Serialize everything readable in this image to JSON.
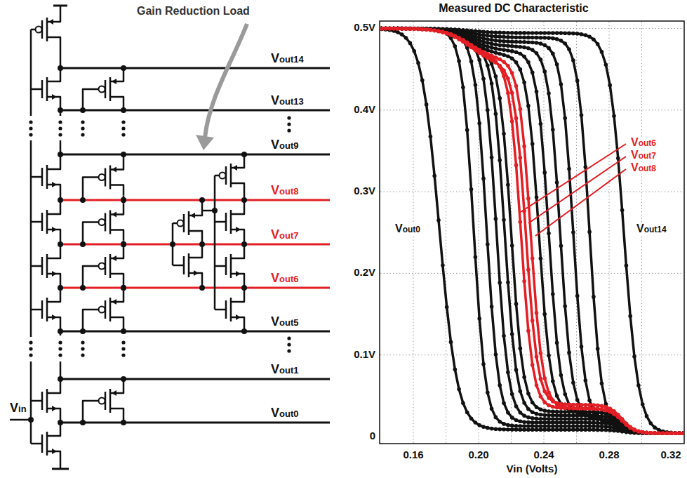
{
  "diagram": {
    "title": "Measured DC Characteristic",
    "labels": [
      "Gain Reduction Load",
      "Vout14",
      "Vout13",
      "Vout9",
      "Vout8",
      "Vout7",
      "Vout6",
      "Vout5",
      "Vout1",
      "Vout0",
      "Vin",
      "0.5V",
      "0.4V",
      "0.3V",
      "0.2V",
      "0.1V",
      "0",
      "0.16",
      "0.20",
      "0.24",
      "0.28",
      "0.32",
      "Vin (Volts)",
      "Vout0",
      "Vout14",
      "Vout6",
      "Vout7",
      "Vout8"
    ]
  }
}
